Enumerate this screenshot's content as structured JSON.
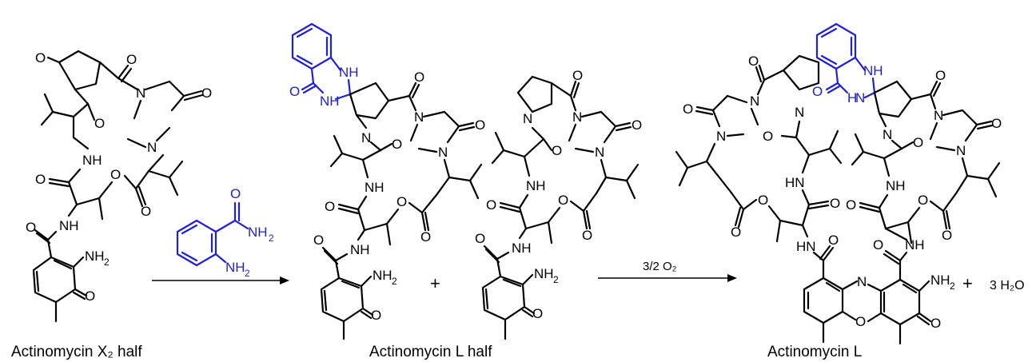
{
  "captions": {
    "x2_half": "Actinomycin X₂ half",
    "l_half": "Actinomycin L half",
    "l": "Actinomycin L"
  },
  "reagents": {
    "arrow2_label": "3/2 O₂",
    "water": "3 H₂O",
    "plus": "+"
  },
  "atoms": {
    "O": "O",
    "N": "N",
    "NH": "NH",
    "HN": "HN",
    "H": "H",
    "NH2": "NH",
    "sub2": "2"
  },
  "colors": {
    "black": "#000000",
    "blue": "#1f1fd6"
  }
}
